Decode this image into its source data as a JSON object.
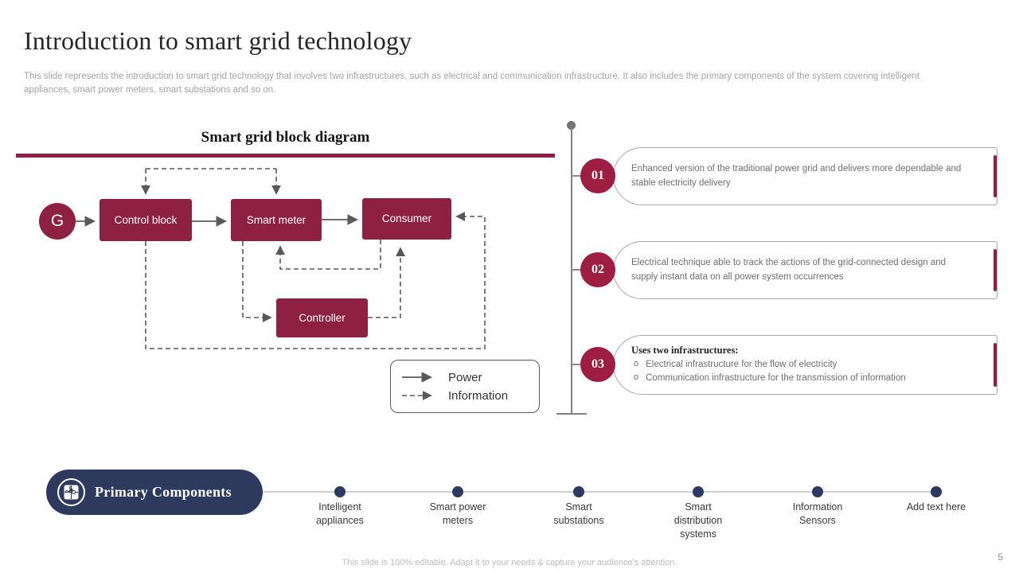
{
  "slide": {
    "title": "Introduction to smart grid technology",
    "subtitle": "This slide represents the introduction to smart grid technology that involves two infrastructures, such as electrical and communication infrastructure. It also includes the primary components of the system covering intelligent appliances, smart power meters, smart substations and so on.",
    "footer_note": "This slide is 100% editable. Adapt it to your needs & capture your audience's attention.",
    "page_number": "5"
  },
  "diagram": {
    "title": "Smart grid block diagram",
    "generator_label": "G",
    "blocks": {
      "control": "Control block",
      "meter": "Smart meter",
      "consumer": "Consumer",
      "controller": "Controller"
    },
    "legend": {
      "power": "Power",
      "information": "Information"
    }
  },
  "points": [
    {
      "number": "01",
      "text": "Enhanced version of the traditional power grid and delivers more dependable and stable electricity delivery"
    },
    {
      "number": "02",
      "text": "Electrical technique able to track the actions of the grid-connected design and supply instant data on all power system occurrences"
    },
    {
      "number": "03",
      "heading": "Uses two infrastructures:",
      "bullets": [
        "Electrical infrastructure for the flow of electricity",
        "Communication infrastructure for the transmission of information"
      ]
    }
  ],
  "components": {
    "label": "Primary Components",
    "icon": "puzzle-icon",
    "items": [
      "Intelligent appliances",
      "Smart power meters",
      "Smart substations",
      "Smart distribution systems",
      "Information Sensors",
      "Add text here"
    ]
  },
  "colors": {
    "maroon": "#8E2043",
    "crimson": "#9E1E42",
    "navy": "#2D3A5E"
  }
}
